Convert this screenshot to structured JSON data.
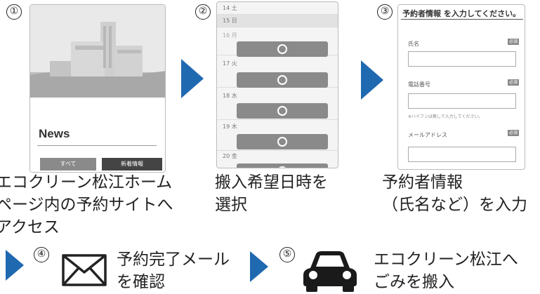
{
  "steps": [
    {
      "num": "①",
      "caption": "エコクリーン松江ホーム\nページ内の予約サイトへ\nアクセス"
    },
    {
      "num": "②",
      "caption": "搬入希望日時を\n選択"
    },
    {
      "num": "③",
      "caption": "予約者情報\n（氏名など）を入力"
    },
    {
      "num": "④",
      "caption": "予約完了メール\nを確認"
    },
    {
      "num": "⑤",
      "caption": "エコクリーン松江へ\nごみを搬入"
    }
  ],
  "phone1": {
    "news_title": "News",
    "buttons": [
      "すべて",
      "新着情報"
    ]
  },
  "phone2": {
    "rows": [
      {
        "label": "14 土",
        "slot": false
      },
      {
        "label": "15 日",
        "slot": false
      },
      {
        "label": "16 月",
        "slot": true
      },
      {
        "label": "17 火",
        "slot": true
      },
      {
        "label": "18 水",
        "slot": true
      },
      {
        "label": "19 木",
        "slot": true
      },
      {
        "label": "20 金",
        "slot": true
      }
    ]
  },
  "phone3": {
    "title": "予約者情報 を入力してください。",
    "required": "必須",
    "fields": [
      {
        "label": "氏名"
      },
      {
        "label": "電話番号",
        "note": "※ハイフンは無しで入力してください。"
      },
      {
        "label": "メールアドレス"
      }
    ]
  },
  "colors": {
    "arrow": "#1f69b1",
    "button_dark": "#444444",
    "button_gray": "#8a8a8a",
    "slot": "#8a8a8a"
  },
  "icons": [
    "mail-icon",
    "car-icon",
    "step-arrow-icon"
  ]
}
